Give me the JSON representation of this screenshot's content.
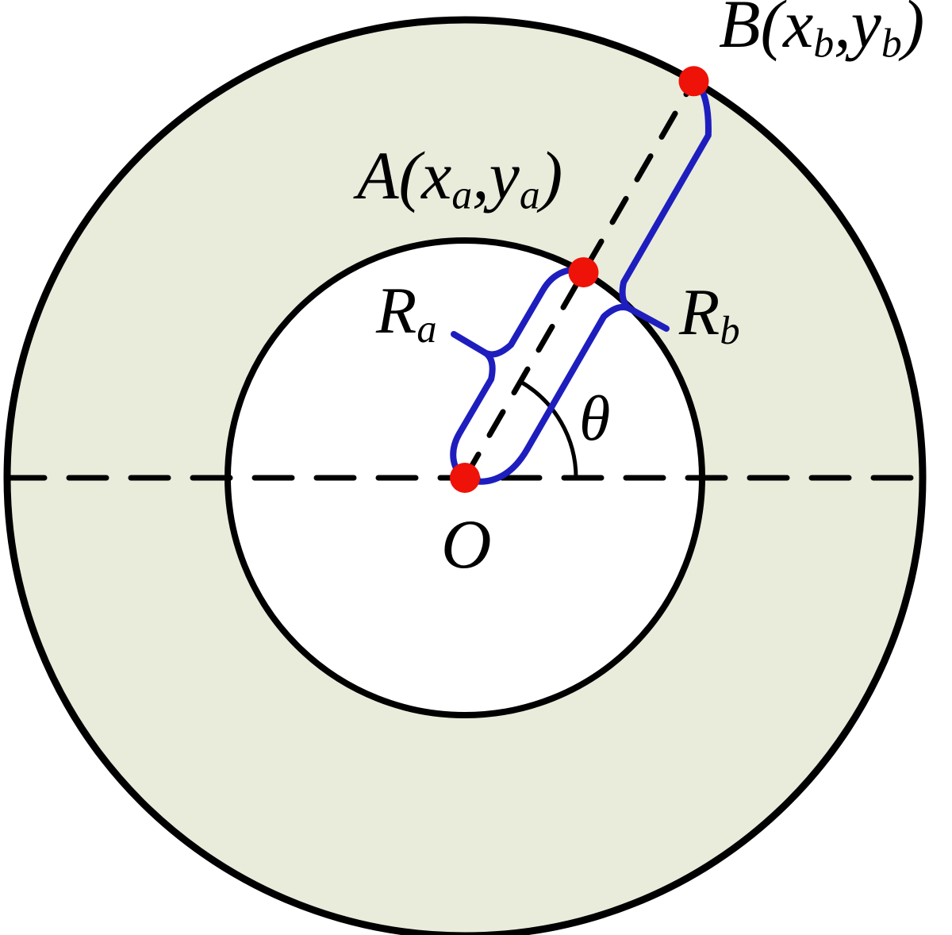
{
  "figure": {
    "colors": {
      "background": "#ffffff",
      "annulus_fill": "#e9ecdb",
      "inner_fill": "#ffffff",
      "outline": "#000000",
      "brace": "#1e1ebe",
      "marker": "#ee1208"
    },
    "labels": {
      "point_b": {
        "pre": "B(x",
        "sub1": "b",
        "mid": ",y",
        "sub2": "b",
        "post": ")"
      },
      "point_a": {
        "pre": "A(x",
        "sub1": "a",
        "mid": ",y",
        "sub2": "a",
        "post": ")"
      },
      "radius_inner": {
        "pre": "R",
        "sub": "a"
      },
      "radius_outer": {
        "pre": "R",
        "sub": "b"
      },
      "angle": "θ",
      "center": "O"
    }
  }
}
